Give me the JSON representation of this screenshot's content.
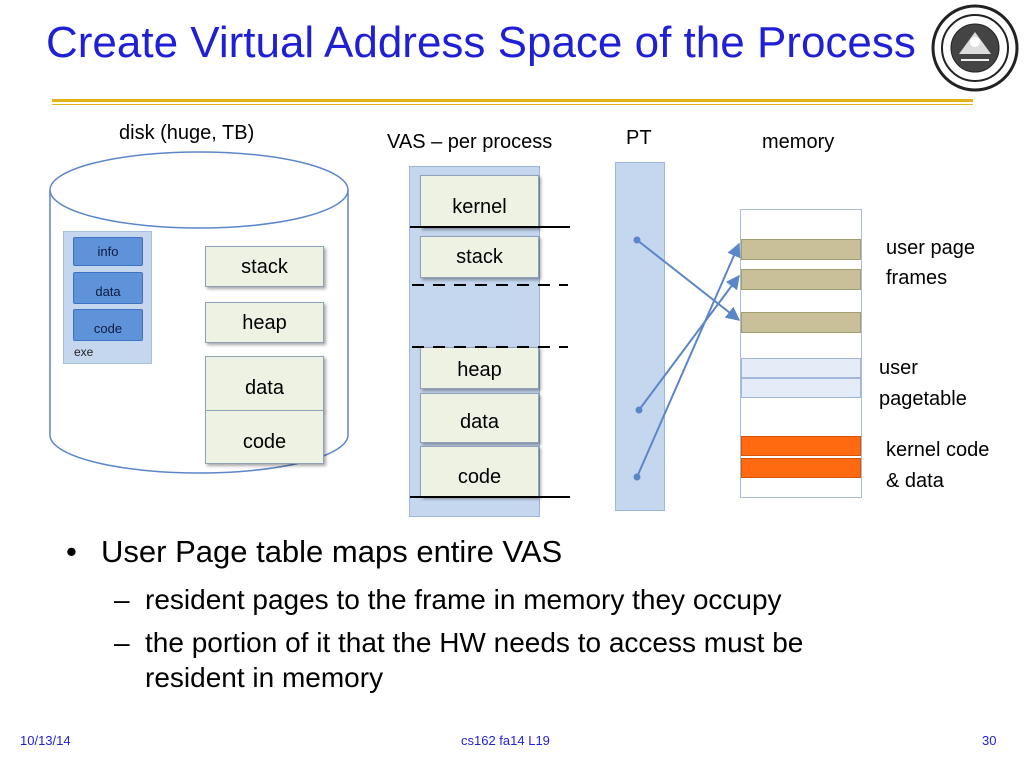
{
  "slide": {
    "title": "Create Virtual Address Space of the Process"
  },
  "diagram": {
    "disk_label": "disk (huge, TB)",
    "vas_label": "VAS – per process",
    "pt_label": "PT",
    "memory_label": "memory",
    "exe": {
      "label": "exe",
      "segments": [
        "info",
        "data",
        "code"
      ]
    },
    "disk_pieces": [
      "stack",
      "heap",
      "data",
      "code"
    ],
    "vas_pieces": [
      "kernel",
      "stack",
      "heap",
      "data",
      "code"
    ],
    "memory_labels": {
      "user_frames_1": "user page",
      "user_frames_2": "frames",
      "user_pt_1": "user",
      "user_pt_2": "pagetable",
      "kernel_1": "kernel code",
      "kernel_2": "& data"
    },
    "colors": {
      "user_frame": "#c9bf98",
      "pagetable_frame": "#e4ecf7",
      "kernel_frame": "#ff6a10",
      "arrow": "#5b86c8"
    }
  },
  "bullets": {
    "main": "User Page table maps entire VAS",
    "sub": [
      "resident pages to the frame in memory they occupy",
      "the portion of it that the HW needs to access must be",
      "resident in memory"
    ],
    "dash": "–",
    "dot": "•"
  },
  "footer": {
    "date": "10/13/14",
    "course": "cs162 fa14 L19",
    "page": "30"
  }
}
